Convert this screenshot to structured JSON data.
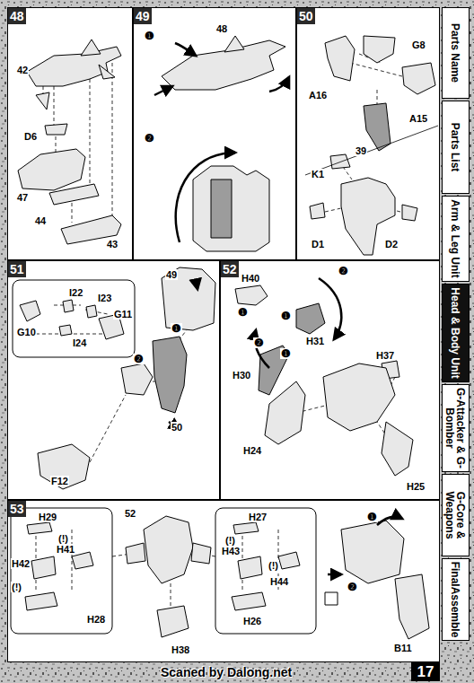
{
  "diagram": {
    "nodes": [
      {
        "text": [
          "48"
        ]
      },
      {
        "text": [
          "49"
        ]
      },
      {
        "text": [
          "50"
        ]
      },
      {
        "text": [
          "51"
        ]
      },
      {
        "text": [
          "52"
        ]
      },
      {
        "text": [
          "53"
        ]
      },
      {
        "text": [
          "Parts Name"
        ]
      },
      {
        "text": [
          "Parts List"
        ]
      },
      {
        "text": [
          "Arm & Leg Unit"
        ]
      },
      {
        "text": [
          "Head & Body Unit"
        ]
      },
      {
        "text": [
          "G-Attacker & G-Bomber"
        ]
      },
      {
        "text": [
          "G-Core & Weapons"
        ]
      },
      {
        "text": [
          "FinalAssemble"
        ]
      },
      {
        "text": [
          "17"
        ]
      }
    ],
    "labels": [
      "42",
      "D6",
      "47",
      "44",
      "43",
      "❶",
      "48",
      "❷",
      "G8",
      "A16",
      "A15",
      "39",
      "K1",
      "D1",
      "D2",
      "I22",
      "I23",
      "G11",
      "G10",
      "I24",
      "49",
      "❷",
      "❶",
      "50",
      "F12",
      "H40",
      "❶",
      "❶",
      "❷",
      "H31",
      "❶",
      "❷",
      "H30",
      "H37",
      "H24",
      "H25",
      "H29",
      "(!)",
      "H41",
      "H42",
      "(!)",
      "H28",
      "52",
      "H38",
      "H27",
      "(!)",
      "H43",
      "(!)",
      "H44",
      "H26",
      "❶",
      "❷",
      "B11",
      "Scaned by Dalong.net"
    ]
  }
}
